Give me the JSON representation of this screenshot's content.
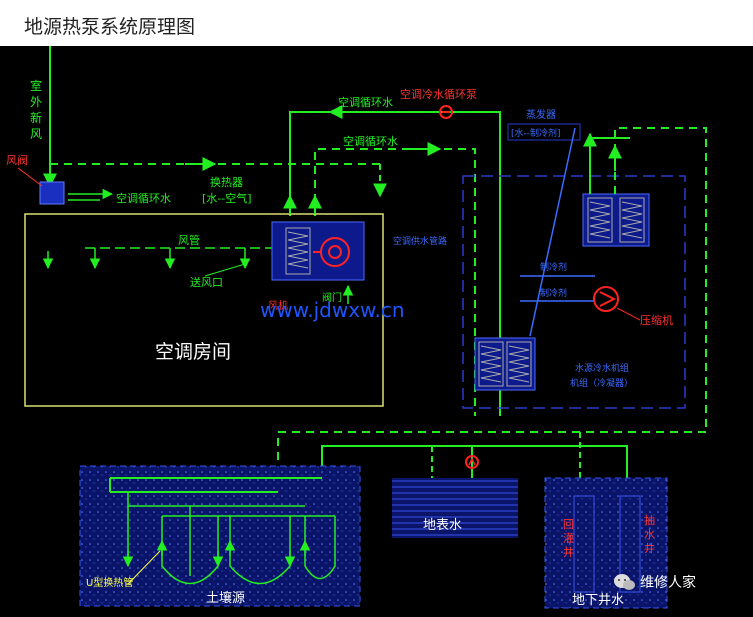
{
  "page": {
    "title": "地源热泵系统原理图"
  },
  "labels": {
    "outdoor_air": [
      "室",
      "外",
      "新",
      "风"
    ],
    "damper": "风阀",
    "ac_loop_water_a": "空调循环水",
    "ac_loop_water_b": "空调循环水",
    "ac_loop_water_c": "空调循环水",
    "ac_chilled_pump": "空调冷水循环泵",
    "heat_exchanger": "换热器",
    "water_air": "[水--空气]",
    "air_duct": "风管",
    "air_outlet": "送风口",
    "fan": "风机",
    "valve": "阀门",
    "room": "空调房间",
    "ac_supply_water": "空调供水管路",
    "evaporator": "蒸发器",
    "water_refrigerant": "[水--制冷剂]",
    "refrigerant_a": "制冷剂",
    "refrigerant_b": "制冷剂",
    "compressor": "压缩机",
    "unit_line1": "水源冷水机组",
    "unit_line2": "机组（冷凝器）",
    "surface_water": "地表水",
    "soil_source": "土壤源",
    "u_tube": "U型换热管",
    "return_well": [
      "回",
      "灌",
      "井"
    ],
    "pump_well": [
      "抽",
      "水",
      "井"
    ],
    "groundwater_well": "地下井水",
    "watermark": "www.jdwxw.cn",
    "brand": "维修人家"
  },
  "colors": {
    "background": "#000000",
    "pipe": "#22ee22",
    "dashed_pipe": "#22ee22",
    "unit_border": "#2a3acc",
    "coil": "#aaaaaa",
    "pump": "#ff2222",
    "room_border": "#d8e070",
    "water_fill": "#1a2a80",
    "watermark": "#1e55ff"
  },
  "icons": [
    "pump-icon",
    "fan-icon",
    "coil-icon",
    "wechat-icon"
  ]
}
